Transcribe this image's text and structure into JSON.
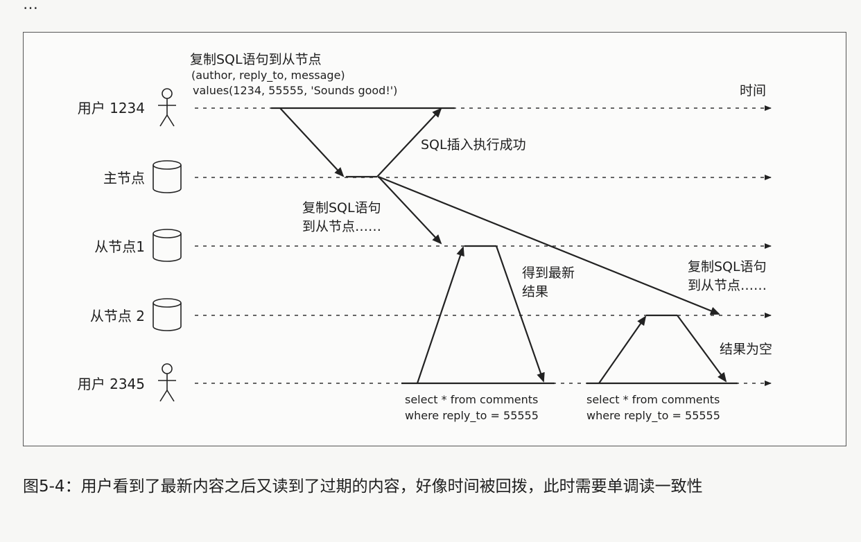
{
  "top_fragment": "…",
  "nodes": {
    "user1": "用户 1234",
    "leader": "主节点",
    "follower1": "从节点1",
    "follower2": "从节点 2",
    "user2": "用户 2345"
  },
  "time_label": "时间",
  "insert_block": {
    "line1": "复制SQL语句到从节点",
    "line2": "(author, reply_to, message)",
    "line3": "values(1234, 55555, 'Sounds good!')"
  },
  "insert_ok": "SQL插入执行成功",
  "replicate_f1": {
    "line1": "复制SQL语句",
    "line2": "到从节点……"
  },
  "replicate_f2": {
    "line1": "复制SQL语句",
    "line2": "到从节点……"
  },
  "latest_result": {
    "line1": "得到最新",
    "line2": "结果"
  },
  "empty_result": "结果为空",
  "query1": {
    "line1": "select * from comments",
    "line2": "where reply_to = 55555"
  },
  "query2": {
    "line1": "select * from comments",
    "line2": "where reply_to = 55555"
  },
  "caption": "图5-4：用户看到了最新内容之后又读到了过期的内容，好像时间被回拨，此时需要单调读一致性"
}
